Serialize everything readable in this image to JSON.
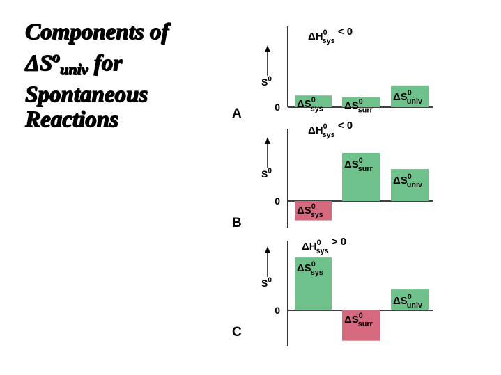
{
  "title": {
    "line1": "Components of",
    "line2_delta": "ΔS",
    "line2_sup": "o",
    "line2_sub": "univ",
    "line2_rest": "for",
    "line3": "Spontaneous",
    "line4": "Reactions"
  },
  "colors": {
    "positive": "#6fc28c",
    "negative": "#d56a7f"
  },
  "chart_data": [
    {
      "type": "bar",
      "panel_label": "A",
      "condition": {
        "base": "ΔH",
        "sup": "0",
        "sub": "sys",
        "relation": "< 0"
      },
      "ylabel": {
        "base": "S",
        "sup": "0"
      },
      "zero_label": "0",
      "series": [
        {
          "name": "ΔS0sys",
          "base": "ΔS",
          "sup": "0",
          "sub": "sys",
          "value": 0.7
        },
        {
          "name": "ΔS0surr",
          "base": "ΔS",
          "sup": "0",
          "sub": "surr",
          "value": 0.6
        },
        {
          "name": "ΔS0univ",
          "base": "ΔS",
          "sup": "0",
          "sub": "univ",
          "value": 1.3
        }
      ]
    },
    {
      "type": "bar",
      "panel_label": "B",
      "condition": {
        "base": "ΔH",
        "sup": "0",
        "sub": "sys",
        "relation": "< 0"
      },
      "ylabel": {
        "base": "S",
        "sup": "0"
      },
      "zero_label": "0",
      "series": [
        {
          "name": "ΔS0sys",
          "base": "ΔS",
          "sup": "0",
          "sub": "sys",
          "value": -0.6
        },
        {
          "name": "ΔS0surr",
          "base": "ΔS",
          "sup": "0",
          "sub": "surr",
          "value": 1.5
        },
        {
          "name": "ΔS0univ",
          "base": "ΔS",
          "sup": "0",
          "sub": "univ",
          "value": 1.0
        }
      ]
    },
    {
      "type": "bar",
      "panel_label": "C",
      "condition": {
        "base": "ΔH",
        "sup": "0",
        "sub": "sys",
        "relation": "> 0"
      },
      "ylabel": {
        "base": "S",
        "sup": "0"
      },
      "zero_label": "0",
      "series": [
        {
          "name": "ΔS0sys",
          "base": "ΔS",
          "sup": "0",
          "sub": "sys",
          "value": 1.65
        },
        {
          "name": "ΔS0surr",
          "base": "ΔS",
          "sup": "0",
          "sub": "surr",
          "value": -0.95
        },
        {
          "name": "ΔS0univ",
          "base": "ΔS",
          "sup": "0",
          "sub": "univ",
          "value": 0.65
        }
      ]
    }
  ]
}
